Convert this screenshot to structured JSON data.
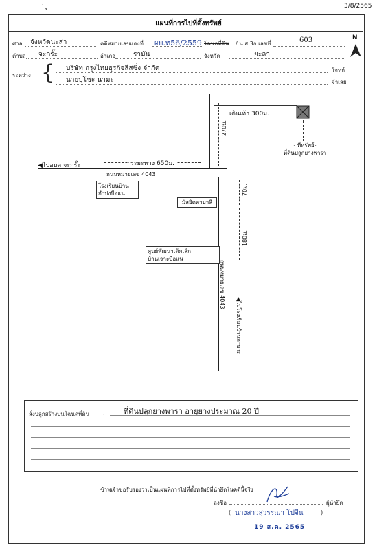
{
  "page_number": "3/8/2565",
  "corner_mark": "˙„",
  "title": "แผนที่การไปที่ตั้งทรัพย์",
  "court": {
    "label": "ศาล",
    "value": "จังหวัดนะสา"
  },
  "case": {
    "label": "คดีหมายเลขแดงที่",
    "value": "ผบ.ท56/2559"
  },
  "deed": {
    "label": "โฉนดที่ดิน",
    "sep": "/ น.ส.3ก เลขที่",
    "value": "603"
  },
  "subdistrict": {
    "label": "ตำบล",
    "value": "จะกรั๊ะ"
  },
  "district": {
    "label": "อำเภอ",
    "value": "รามัน"
  },
  "province": {
    "label": "จังหวัด",
    "value": "ยะลา"
  },
  "between": {
    "label": "ระหว่าง",
    "plaintiff_value": "บริษัท  กรุงไทยธุรกิจลีสซิ่ง  จำกัด",
    "plaintiff_label": "โจทก์",
    "defendant_value": "นายบุโซะ  นามะ",
    "defendant_label": "จำเลย"
  },
  "north": {
    "label": "N"
  },
  "map": {
    "left_arrow_label": "◀ไปอบต.จะกรั๊ะ",
    "distance_650": "ระยะทาง 650ม.",
    "road_label_h": "ถนนหมายเลข  4043",
    "walk_label": "เดินเท้า  300ม.",
    "dist_270": "270ม.",
    "dist_70": "70ม.",
    "dist_180": "180ม.",
    "property_label_1": "- ที่ทรัพย์-",
    "property_label_2": "ที่ดินปลูกยางพารา",
    "school_1": "โรงเรียนบ้าน",
    "school_2": "กำปงบือแน",
    "mosque": "มัสยิดตาบาลี",
    "center_1": "ศูนย์พัฒนาเด็กเล็ก",
    "center_2": "บ้านเจาะบือแน",
    "road_label_v": "ถนนหมายเลข 4043",
    "down_arrow_label": "◀ไปโรงเรียนบ้านกาบาะ"
  },
  "structures": {
    "label": "สิ่งปลูกสร้างบนโฉนดที่ดิน",
    "colon": ":",
    "value": "ที่ดินปลูกยางพารา  อายุยางประมาณ  20 ปี"
  },
  "certify": "ข้าพเจ้าขอรับรองว่าเป็นแผนที่การไปที่ตั้งทรัพย์ที่นำยึดในคดีนี้จริง",
  "signature": {
    "label": "ลงชื่อ",
    "role": "ผู้นำยึด",
    "name": "นางสาวสุวรรณา  โปจืน",
    "open": "(",
    "close": ")"
  },
  "stamp_date": "19 ส.ค. 2565"
}
